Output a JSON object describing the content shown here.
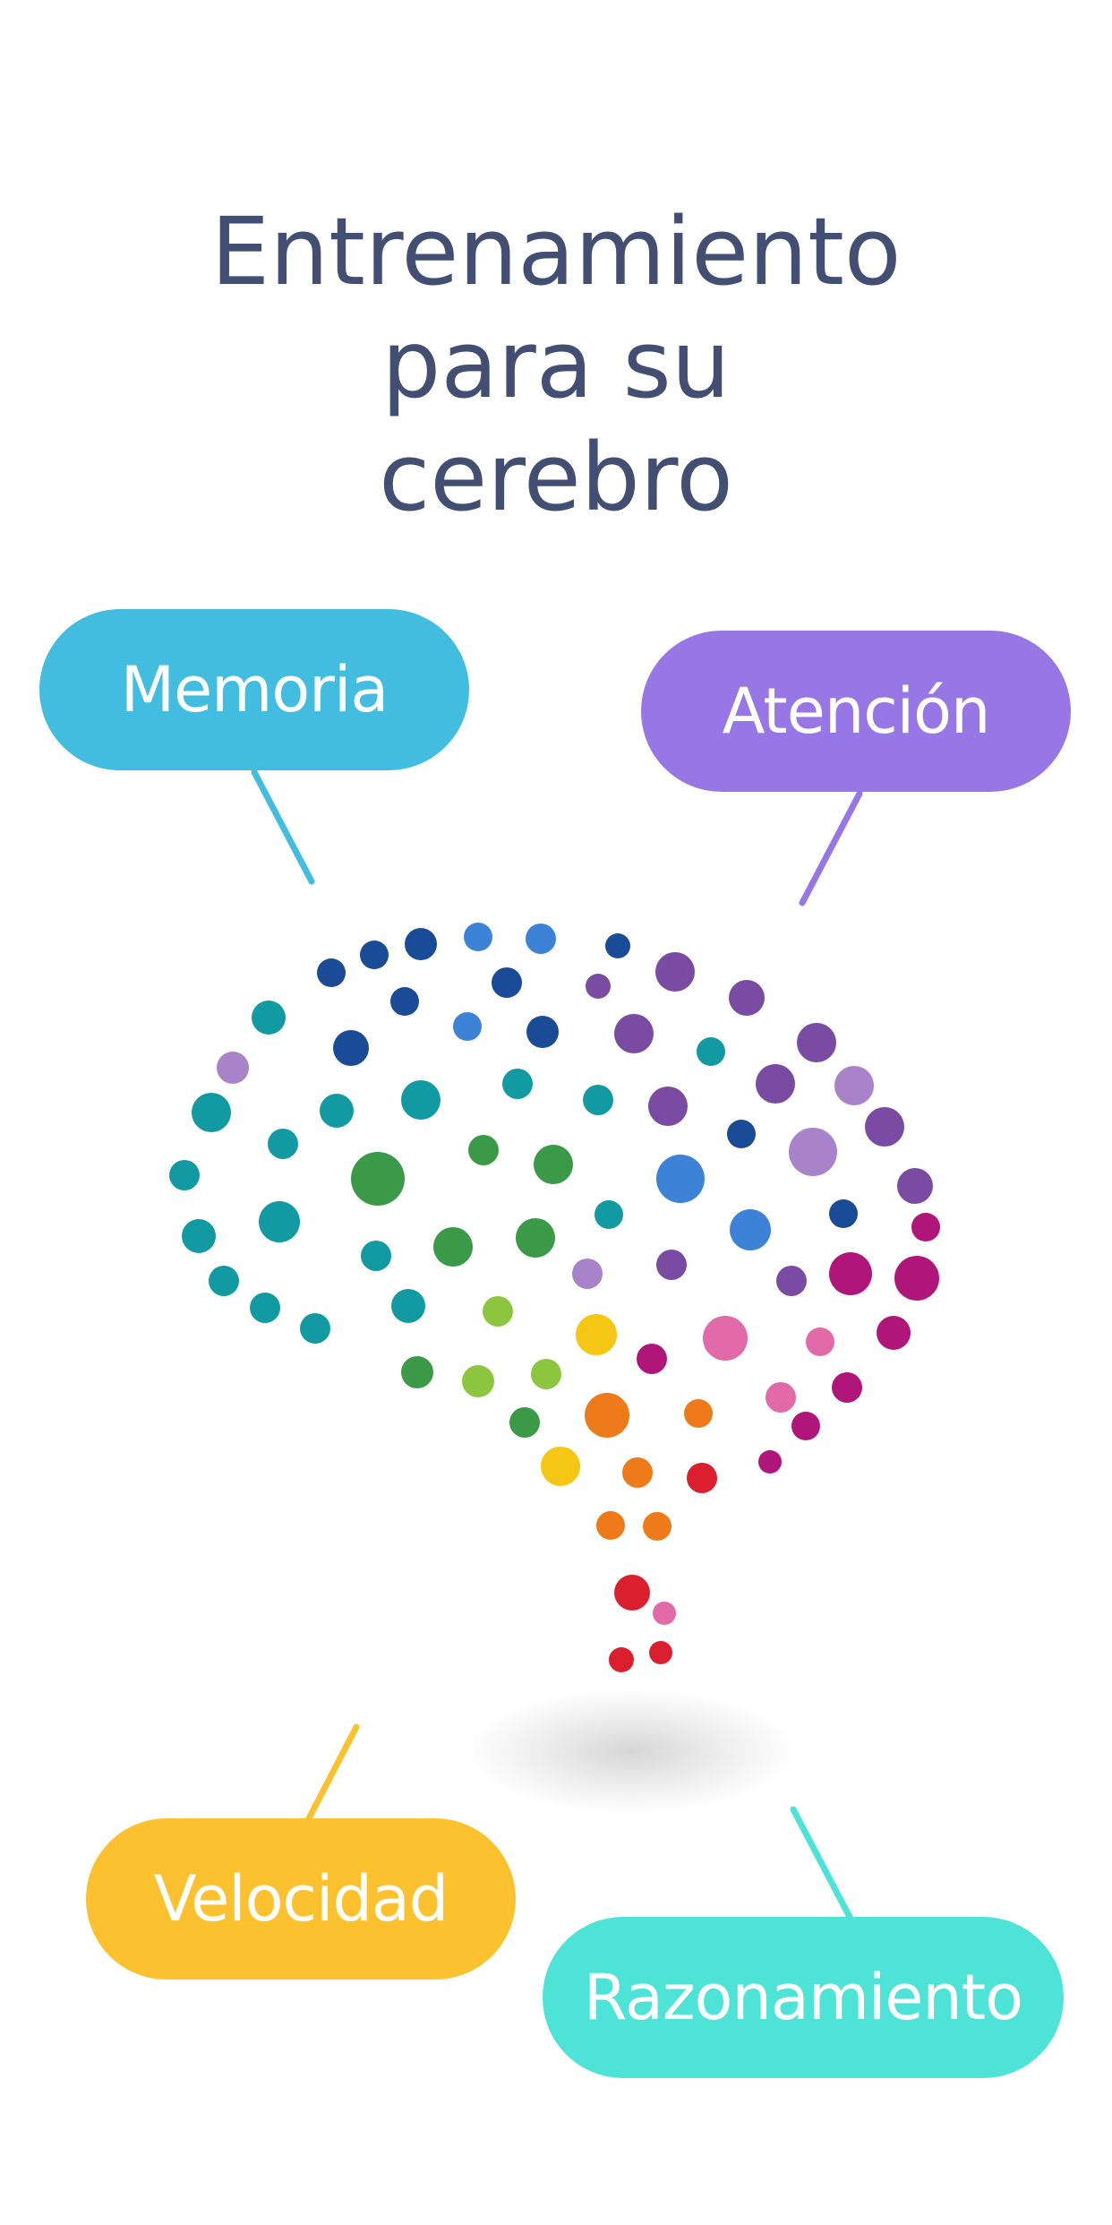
{
  "headline": {
    "lines": [
      "Entrenamiento",
      "para su",
      "cerebro"
    ],
    "color": "#434f72"
  },
  "skills": [
    {
      "label": "Memoria",
      "color": "#42bde0",
      "icon": "speech-bubble"
    },
    {
      "label": "Atención",
      "color": "#9776e6",
      "icon": "speech-bubble"
    },
    {
      "label": "Velocidad",
      "color": "#fcc12f",
      "icon": "speech-bubble"
    },
    {
      "label": "Razonamiento",
      "color": "#4de3d6",
      "icon": "speech-bubble"
    }
  ],
  "illustration": {
    "icon": "dotted-brain-icon",
    "palette": {
      "navy": "#1a4b97",
      "blue": "#3c83d8",
      "teal": "#129aa3",
      "green": "#3a9a48",
      "lime": "#8cc63f",
      "yellow": "#f5c614",
      "orange": "#ef7a1a",
      "red": "#dc1f2e",
      "pink": "#e26aa8",
      "magenta": "#b0157a",
      "purple": "#7a4ba3",
      "lavender": "#a983c9"
    }
  }
}
